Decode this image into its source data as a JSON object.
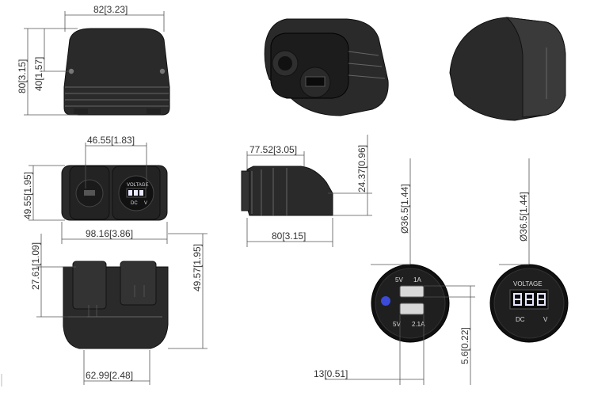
{
  "diagram": {
    "views": {
      "top_view": {
        "width_label": "82[3.23]",
        "height_total_label": "80[3.15]",
        "height_half_label": "40[1.57]"
      },
      "front_view": {
        "hole_spacing_label": "46.55[1.83]",
        "height_label": "49.55[1.95]",
        "width_label": "98.16[3.86]",
        "voltage_text": "VOLTAGE",
        "dc_text": "DC",
        "v_text": "V"
      },
      "side_view": {
        "length_top_label": "77.52[3.05]",
        "height_label": "24.37[0.96]",
        "length_bottom_label": "80[3.15]"
      },
      "bottom_view": {
        "left_height_label": "27.61[1.09]",
        "right_height_label": "49.57[1.95]",
        "width_label": "62.99[2.48]"
      },
      "usb_face": {
        "diameter_label": "Ø36.5[1.44]",
        "label_5v_top": "5V",
        "label_1a": "1A",
        "label_5v_bottom": "5V",
        "label_21a": "2.1A",
        "offset_label": "13[0.51]",
        "gap_label": "5.6[0.22]"
      },
      "voltmeter_face": {
        "diameter_label": "Ø36.5[1.44]",
        "voltage_text": "VOLTAGE",
        "dc_text": "DC",
        "v_text": "V"
      }
    },
    "colors": {
      "body": "#2a2a2a",
      "indicator_led": "#3b4bd8",
      "display_segments": "#e8e8ff"
    }
  }
}
